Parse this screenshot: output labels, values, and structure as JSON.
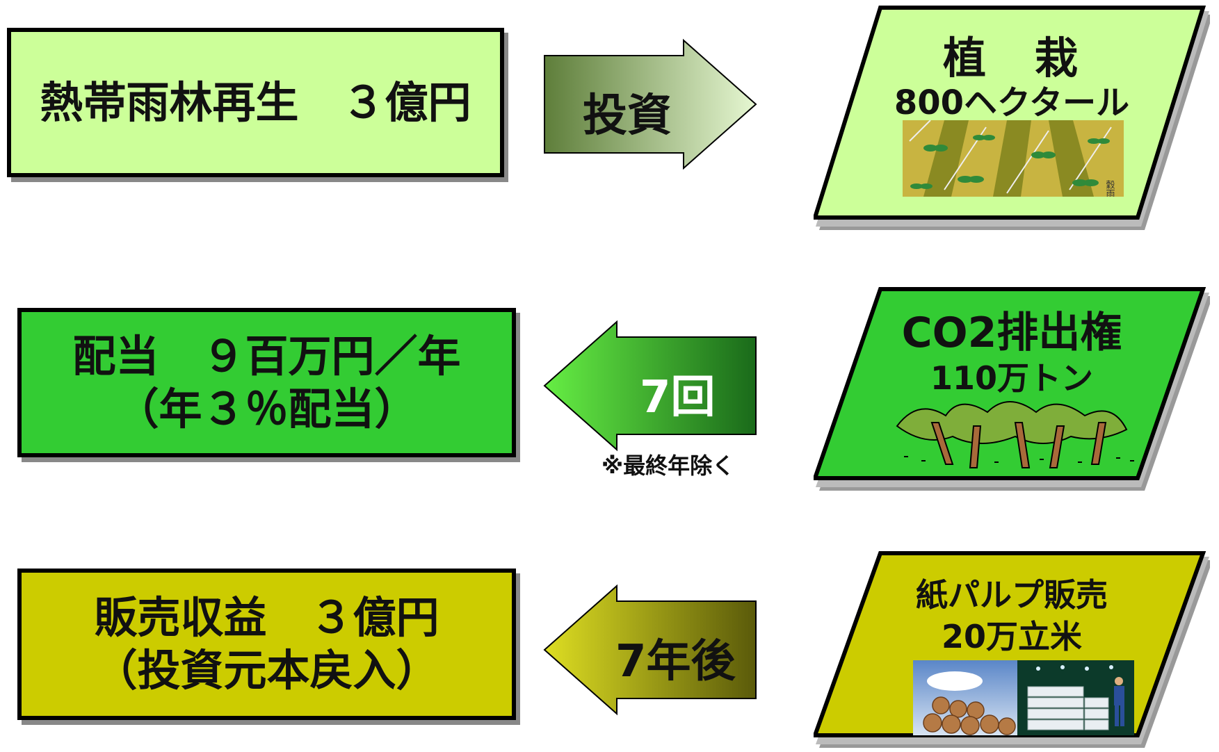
{
  "left_boxes": {
    "investment": {
      "line1": "熱帯雨林再生　３億円",
      "color": "#ccff99"
    },
    "dividend": {
      "line1": "配当　９百万円／年",
      "line2": "（年３％配当）",
      "color": "#33cc33"
    },
    "sales": {
      "line1": "販売収益　３億円",
      "line2": "（投資元本戻入）",
      "color": "#cccc00"
    }
  },
  "arrows": {
    "invest": {
      "label": "投資",
      "direction": "right"
    },
    "times": {
      "label": "7回",
      "direction": "left",
      "note": "※最終年除く"
    },
    "years": {
      "label": "7年後",
      "direction": "left"
    }
  },
  "right_boxes": {
    "planting": {
      "title": "植　栽",
      "subtitle": "800ヘクタール",
      "image": "seedlings-field-image",
      "image_caption": "穀雨",
      "color": "#ccff99"
    },
    "co2": {
      "title": "CO2排出権",
      "subtitle": "110万トン",
      "image": "trees-clipart-image",
      "color": "#33cc33"
    },
    "pulp": {
      "title": "紙パルプ販売",
      "subtitle": "20万立米",
      "image": "logs-and-paper-photo",
      "color": "#cccc00"
    }
  }
}
